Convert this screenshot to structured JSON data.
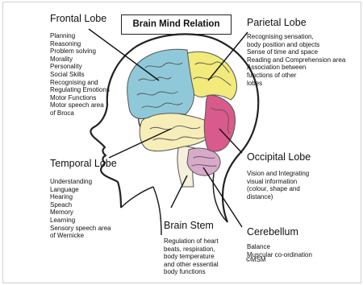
{
  "title": "Brain Mind Relation",
  "regions": {
    "frontal": {
      "heading": "Frontal Lobe",
      "color": "#8fc9d9",
      "functions": [
        "Planning",
        "Reasoning",
        "Problem solving",
        "Morality",
        "Personality",
        "Social Skills",
        "Recognising and",
        "Regulating Emotions",
        "Motor Functions",
        "Motor speech area",
        "of Broca"
      ]
    },
    "parietal": {
      "heading": "Parietal Lobe",
      "color": "#f2ea7a",
      "functions": [
        "Recognising sensation,",
        "body position and objects",
        "Sense of time and space",
        "Reading and Comprehension area",
        "Association between",
        "functions of other",
        "lobes"
      ]
    },
    "temporal": {
      "heading": "Temporal Lobe",
      "color": "#f6edb8",
      "functions": [
        "Understanding",
        "Language",
        "Hearing",
        "Speach",
        "Memory",
        "Learning",
        "Sensory speech area",
        "of Wernicke"
      ]
    },
    "occipital": {
      "heading": "Occipital Lobe",
      "color": "#d95a8c",
      "functions": [
        "Vision and Integrating",
        "visual information",
        "(colour, shape and",
        "distance)"
      ]
    },
    "brainstem": {
      "heading": "Brain Stem",
      "color": "#f4f0dc",
      "functions": [
        "Regulation of heart",
        "beats, respiration,",
        "body temperature",
        "and other essential",
        "body functions"
      ]
    },
    "cerebellum": {
      "heading": "Cerebellum",
      "color": "#d9a9c9",
      "functions": [
        "Balance",
        "Muscular co-ordination"
      ]
    }
  },
  "credit": "©MSM"
}
